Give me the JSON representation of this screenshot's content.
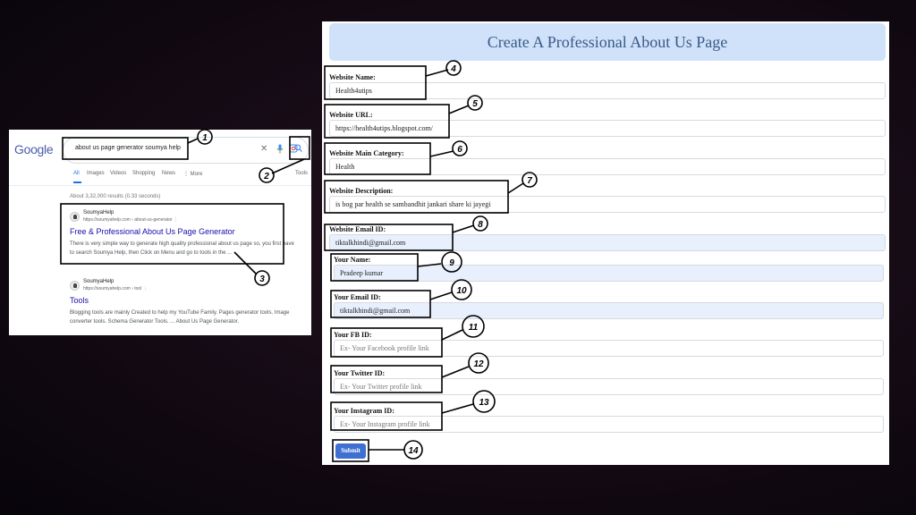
{
  "google": {
    "logo": "Google",
    "query": "about us page generator soumya help",
    "clear_icon": "close-icon",
    "mic_icon": "microphone-icon",
    "lens_icon": "lens-icon",
    "search_icon": "search-icon",
    "tabs": [
      "All",
      "Images",
      "Videos",
      "Shopping",
      "News",
      "⋮ More"
    ],
    "tools": "Tools",
    "stats": "About 3,32,000 results (0.33 seconds)",
    "results": [
      {
        "site": "SoumyaHelp",
        "url": "https://soumyahelp.com › about-us-generator  ⋮",
        "title": "Free & Professional About Us Page Generator",
        "snippet": "There is very simple way to generate high quality professional about us page so, you first have to search Soumya Help, then Click on Menu and go to tools in the ..."
      },
      {
        "site": "SoumyaHelp",
        "url": "https://soumyahelp.com › tool  ⋮",
        "title": "Tools",
        "snippet": "Blogging tools are mainly Created to help my YouTube Family. Pages generator tools. Image converter tools. Schema Generator Tools. ... About Us Page Generator."
      }
    ]
  },
  "form": {
    "title": "Create A Professional About Us Page",
    "fields": [
      {
        "label": "Website Name:",
        "value": "Health4utips"
      },
      {
        "label": "Website URL:",
        "value": "https://health4utips.blogspot.com/"
      },
      {
        "label": "Website Main Category:",
        "value": "Health"
      },
      {
        "label": "Website Description:",
        "value": "is bog par health se sambandhit jankari share ki jayegi"
      },
      {
        "label": "Website Email ID:",
        "value": "tiktalkhindi@gmail.com"
      },
      {
        "label": "Your Name:",
        "value": "Pradeep kumar"
      },
      {
        "label": "Your Email ID:",
        "value": "tiktalkhindi@gmail.com"
      },
      {
        "label": "Your FB ID:",
        "placeholder": "Ex- Your Facebook profile link"
      },
      {
        "label": "Your Twitter ID:",
        "placeholder": "Ex- Your Twitter profile link"
      },
      {
        "label": "Your Instagram ID:",
        "placeholder": "Ex- Your Instagram profile link"
      }
    ],
    "submit": "Submit"
  },
  "annotations": [
    "1",
    "2",
    "3",
    "4",
    "5",
    "6",
    "7",
    "8",
    "9",
    "10",
    "11",
    "12",
    "13",
    "14"
  ]
}
